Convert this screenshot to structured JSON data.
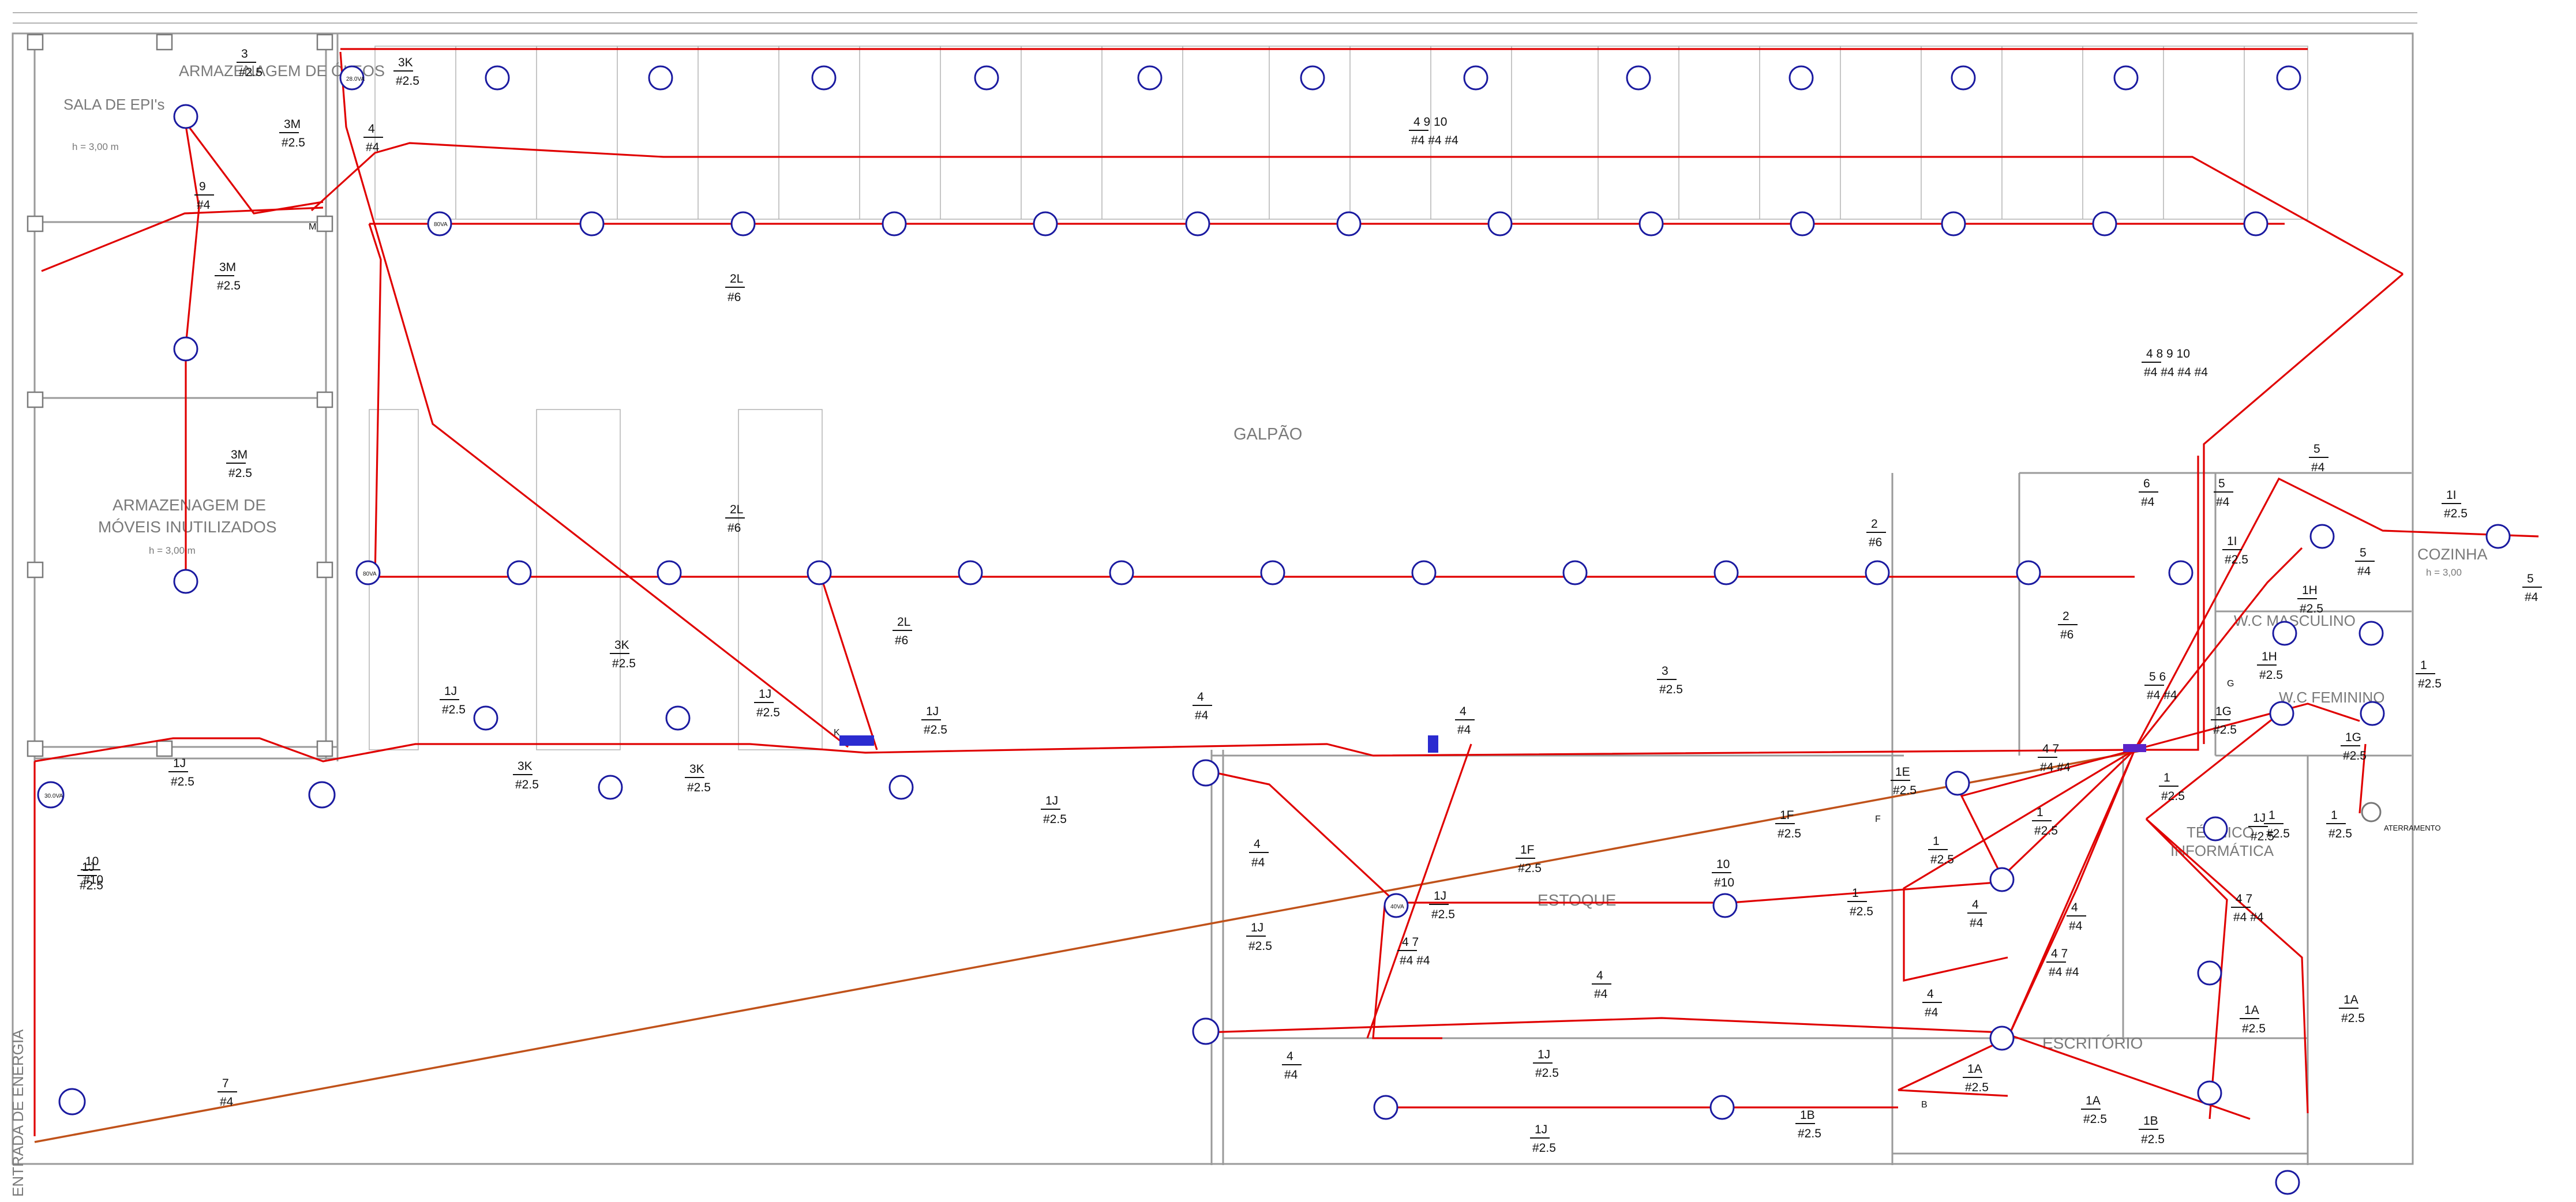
{
  "rooms": {
    "sala_epi": "SALA DE EPI's",
    "sala_epi_h": "h = 3,00 m",
    "armazenagem_oleos": "ARMAZENAGEM DE ÓLEOS",
    "armazenagem_moveis_1": "ARMAZENAGEM DE",
    "armazenagem_moveis_2": "MÓVEIS INUTILIZADOS",
    "armazenagem_moveis_h": "h = 3,00 m",
    "galpao": "GALPÃO",
    "estoque": "ESTOQUE",
    "escritorio": "ESCRITÓRIO",
    "tecnico_informatica_1": "TÉCNICO",
    "tecnico_informatica_2": "INFORMÁTICA",
    "wc_masculino": "W.C MASCULINO",
    "wc_feminino": "W.C FEMININO",
    "cozinha": "COZINHA",
    "cozinha_h": "h = 3,00",
    "entrada_energia": "ENTRADA DE ENERGIA",
    "aterramento": "ATERRAMENTO"
  },
  "circuit_tags": [
    {
      "id": "3",
      "gauge": "#2.5"
    },
    {
      "id": "3K",
      "gauge": "#2.5"
    },
    {
      "id": "3M",
      "gauge": "#2.5"
    },
    {
      "id": "4",
      "gauge": "#4"
    },
    {
      "id": "9",
      "gauge": "#4"
    },
    {
      "id": "3M",
      "gauge": "#2.5"
    },
    {
      "id": "3M",
      "gauge": "#2.5"
    },
    {
      "id": "2L",
      "gauge": "#6"
    },
    {
      "id": "4 9 10",
      "gauge": "#4 #4 #4"
    },
    {
      "id": "4 8 9 10",
      "gauge": "#4 #4 #4 #4"
    },
    {
      "id": "2L",
      "gauge": "#6"
    },
    {
      "id": "2L",
      "gauge": "#6"
    },
    {
      "id": "3K",
      "gauge": "#2.5"
    },
    {
      "id": "1J",
      "gauge": "#2.5"
    },
    {
      "id": "1J",
      "gauge": "#2.5"
    },
    {
      "id": "1J",
      "gauge": "#2.5"
    },
    {
      "id": "3K",
      "gauge": "#2.5"
    },
    {
      "id": "3K",
      "gauge": "#2.5"
    },
    {
      "id": "1J",
      "gauge": "#2.5"
    },
    {
      "id": "1J",
      "gauge": "#2.5"
    },
    {
      "id": "1J",
      "gauge": "#2.5"
    },
    {
      "id": "4",
      "gauge": "#4"
    },
    {
      "id": "4",
      "gauge": "#4"
    },
    {
      "id": "3",
      "gauge": "#2.5"
    },
    {
      "id": "2",
      "gauge": "#6"
    },
    {
      "id": "2",
      "gauge": "#6"
    },
    {
      "id": "6",
      "gauge": "#4"
    },
    {
      "id": "5",
      "gauge": "#4"
    },
    {
      "id": "5",
      "gauge": "#4"
    },
    {
      "id": "1I",
      "gauge": "#2.5"
    },
    {
      "id": "1I",
      "gauge": "#2.5"
    },
    {
      "id": "5",
      "gauge": "#4"
    },
    {
      "id": "5",
      "gauge": "#4"
    },
    {
      "id": "1H",
      "gauge": "#2.5"
    },
    {
      "id": "1H",
      "gauge": "#2.5"
    },
    {
      "id": "1",
      "gauge": "#2.5"
    },
    {
      "id": "5 6",
      "gauge": "#4 #4"
    },
    {
      "id": "1G",
      "gauge": "#2.5"
    },
    {
      "id": "1G",
      "gauge": "#2.5"
    },
    {
      "id": "4 7",
      "gauge": "#4 #4"
    },
    {
      "id": "1",
      "gauge": "#2.5"
    },
    {
      "id": "1E",
      "gauge": "#2.5"
    },
    {
      "id": "1F",
      "gauge": "#2.5"
    },
    {
      "id": "1F",
      "gauge": "#2.5"
    },
    {
      "id": "1",
      "gauge": "#2.5"
    },
    {
      "id": "1",
      "gauge": "#2.5"
    },
    {
      "id": "1",
      "gauge": "#2.5"
    },
    {
      "id": "1",
      "gauge": "#2.5"
    },
    {
      "id": "4",
      "gauge": "#4"
    },
    {
      "id": "4",
      "gauge": "#4"
    },
    {
      "id": "4 7",
      "gauge": "#4 #4"
    },
    {
      "id": "4 7",
      "gauge": "#4 #4"
    },
    {
      "id": "1A",
      "gauge": "#2.5"
    },
    {
      "id": "1A",
      "gauge": "#2.5"
    },
    {
      "id": "1A",
      "gauge": "#2.5"
    },
    {
      "id": "1A",
      "gauge": "#2.5"
    },
    {
      "id": "4 7",
      "gauge": "#4 #4"
    },
    {
      "id": "4",
      "gauge": "#4"
    },
    {
      "id": "4",
      "gauge": "#4"
    },
    {
      "id": "4",
      "gauge": "#4"
    },
    {
      "id": "4",
      "gauge": "#4"
    },
    {
      "id": "1J",
      "gauge": "#2.5"
    },
    {
      "id": "1J",
      "gauge": "#2.5"
    },
    {
      "id": "1J",
      "gauge": "#2.5"
    },
    {
      "id": "1B",
      "gauge": "#2.5"
    },
    {
      "id": "1B",
      "gauge": "#2.5"
    },
    {
      "id": "1J",
      "gauge": "#2.5"
    },
    {
      "id": "7",
      "gauge": "#4"
    },
    {
      "id": "1",
      "gauge": "#2.5"
    },
    {
      "id": "10",
      "gauge": "#10"
    },
    {
      "id": "10",
      "gauge": "#10"
    },
    {
      "id": "1J",
      "gauge": "#2.5"
    }
  ],
  "fixture_labels": {
    "high_bay": "28.0VA",
    "lamp": "80VA",
    "panel_lamp": "40VA",
    "reflector": "30.0VA",
    "m_label": "M",
    "k_label": "K",
    "f_label": "F",
    "g_label": "G",
    "b_label": "B"
  },
  "colors": {
    "wire": "#e00000",
    "feeder": "#c0521a",
    "fixture": "#1a1aa0",
    "wall": "#9a9a9a",
    "room_text": "#7a7a7a"
  }
}
